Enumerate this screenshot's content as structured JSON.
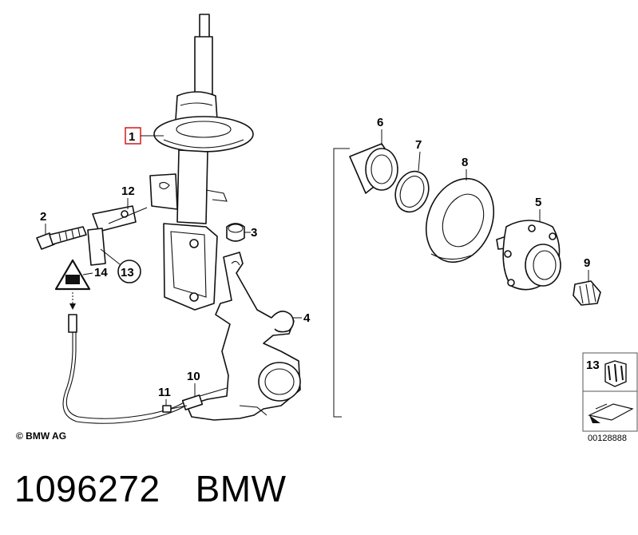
{
  "labels": {
    "l1": "1",
    "l2": "2",
    "l3": "3",
    "l4": "4",
    "l5": "5",
    "l6": "6",
    "l7": "7",
    "l8": "8",
    "l9": "9",
    "l10": "10",
    "l11": "11",
    "l12": "12",
    "l13": "13",
    "l14": "14",
    "inset13": "13"
  },
  "copyright": "© BMW AG",
  "diagram_id": "00128888",
  "footer": {
    "part_number": "1096272",
    "brand": "BMW"
  },
  "colors": {
    "highlight": "#d62828",
    "ink": "#111111"
  }
}
